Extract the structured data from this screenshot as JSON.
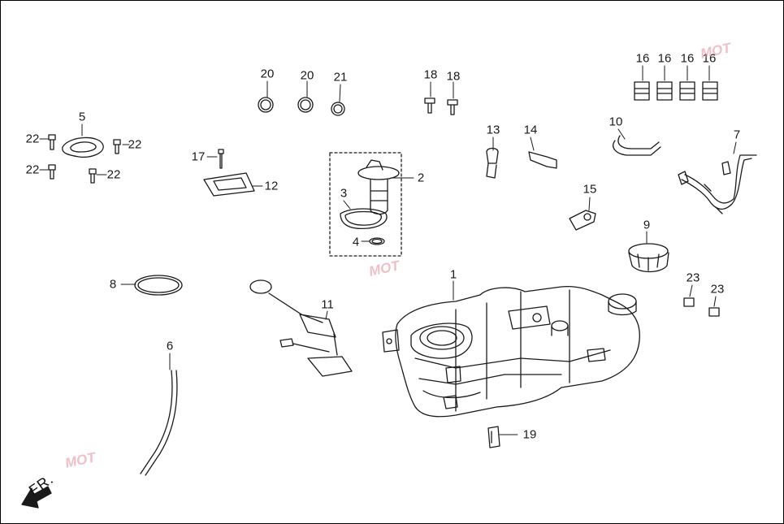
{
  "callouts": {
    "c1": "1",
    "c2": "2",
    "c3": "3",
    "c4": "4",
    "c5": "5",
    "c6": "6",
    "c7": "7",
    "c8": "8",
    "c9": "9",
    "c10": "10",
    "c11": "11",
    "c12": "12",
    "c13": "13",
    "c14": "14",
    "c15": "15",
    "c16a": "16",
    "c16b": "16",
    "c16c": "16",
    "c16d": "16",
    "c17": "17",
    "c18a": "18",
    "c18b": "18",
    "c19": "19",
    "c20a": "20",
    "c20b": "20",
    "c21": "21",
    "c22a": "22",
    "c22b": "22",
    "c22c": "22",
    "c22d": "22",
    "c23a": "23",
    "c23b": "23"
  },
  "direction_label": "FR.",
  "watermark": "MOT",
  "colors": {
    "line": "#1a1a1a",
    "paper": "#ffffff",
    "watermark": "#e58c9b"
  }
}
